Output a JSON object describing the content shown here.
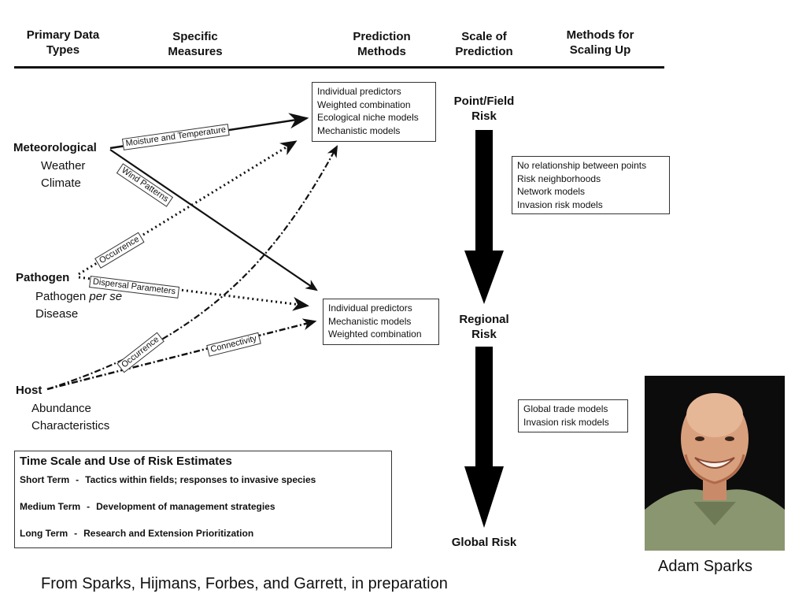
{
  "headers": {
    "primary_data": [
      "Primary Data",
      "Types"
    ],
    "specific_measures": [
      "Specific",
      "Measures"
    ],
    "prediction_methods": [
      "Prediction",
      "Methods"
    ],
    "scale_of_prediction": [
      "Scale of",
      "Prediction"
    ],
    "scaling_up": [
      "Methods for",
      "Scaling Up"
    ]
  },
  "sources": {
    "meteorological": {
      "title": "Meteorological",
      "sub": [
        "Weather",
        "Climate"
      ]
    },
    "pathogen": {
      "title": "Pathogen",
      "sub_prefix": "Pathogen ",
      "sub_italic": "per se",
      "sub2": "Disease"
    },
    "host": {
      "title": "Host",
      "sub": [
        "Abundance",
        "Characteristics"
      ]
    }
  },
  "edge_labels": {
    "moisture": "Moisture and Temperature",
    "wind": "Wind Patterns",
    "occurrence_pathogen": "Occurrence",
    "dispersal": "Dispersal Parameters",
    "occurrence_host": "Occurrence",
    "connectivity": "Connectivity"
  },
  "method_boxes": {
    "point": [
      "Individual predictors",
      "Weighted combination",
      "Ecological niche models",
      "Mechanistic models"
    ],
    "regional": [
      "Individual predictors",
      "Mechanistic models",
      "Weighted combination"
    ]
  },
  "scales": {
    "point": [
      "Point/Field",
      "Risk"
    ],
    "regional": [
      "Regional",
      "Risk"
    ],
    "global": [
      "Global Risk"
    ]
  },
  "scaling_boxes": {
    "point_to_regional": [
      "No  relationship between points",
      "Risk neighborhoods",
      "Network models",
      "Invasion risk models"
    ],
    "regional_to_global": [
      "Global trade models",
      "Invasion risk models"
    ]
  },
  "legend": {
    "title": "Time Scale and Use of Risk Estimates",
    "rows": [
      {
        "term": "Short Term",
        "sep": "-",
        "desc": "Tactics within fields; responses to invasive species"
      },
      {
        "term": "Medium Term",
        "sep": "-",
        "desc": "Development of management strategies"
      },
      {
        "term": "Long Term",
        "sep": "-",
        "desc": "Research and Extension Prioritization"
      }
    ]
  },
  "photo_caption": "Adam Sparks",
  "citation": "From Sparks, Hijmans, Forbes, and Garrett, in preparation"
}
